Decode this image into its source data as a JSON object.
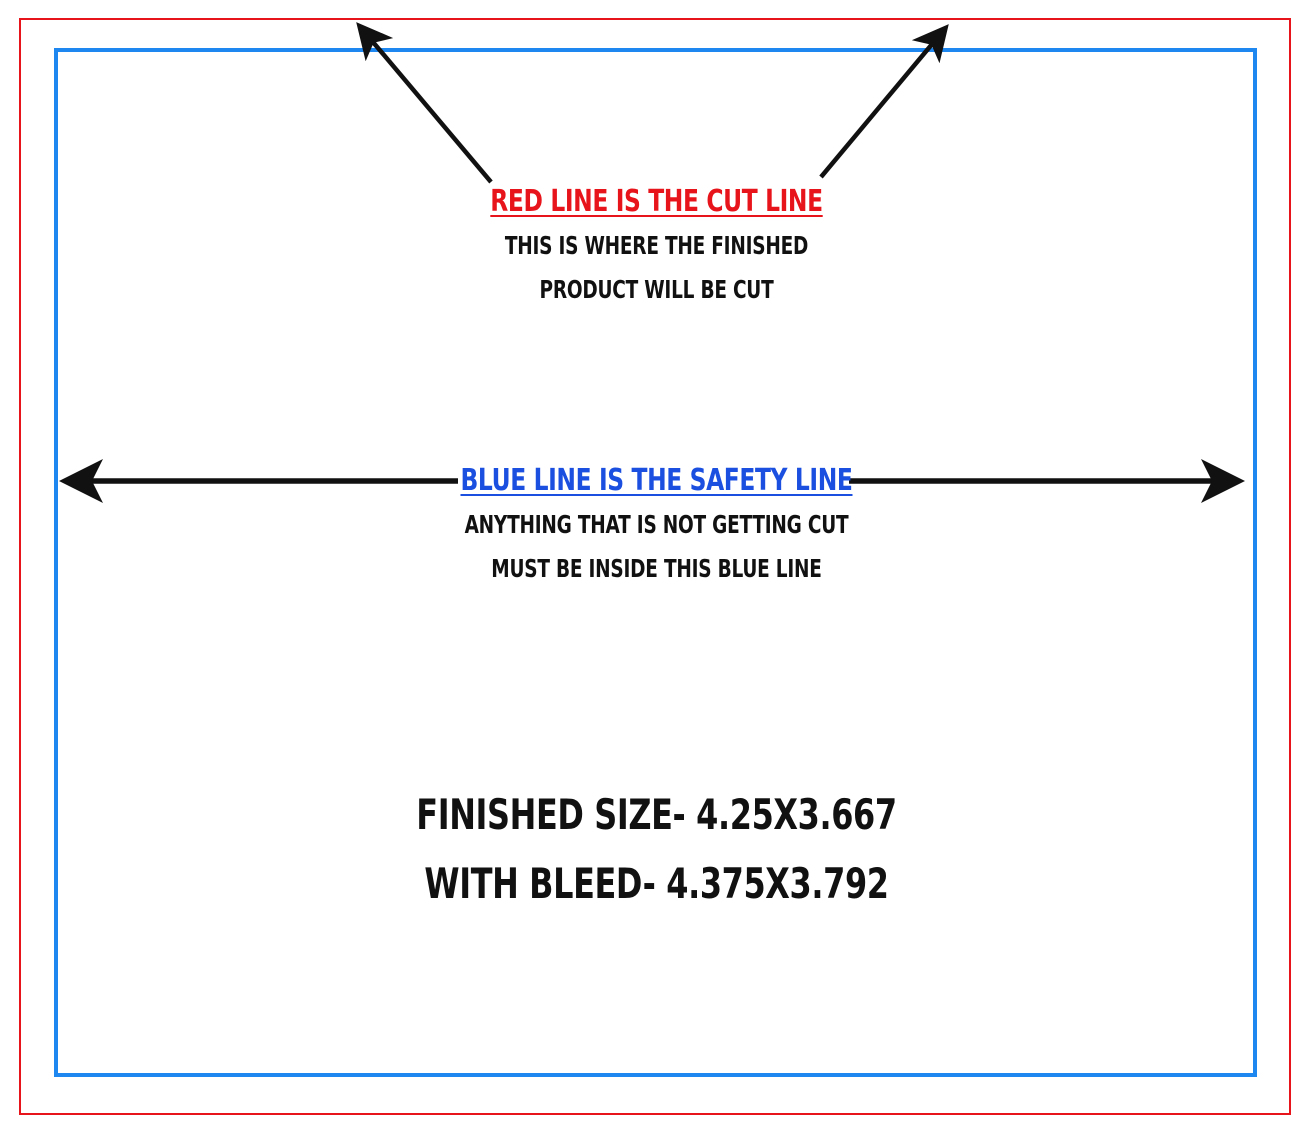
{
  "cut_line": {
    "heading": "RED LINE IS THE CUT LINE",
    "description_line_1": "THIS IS WHERE THE FINISHED",
    "description_line_2": "PRODUCT WILL BE CUT",
    "color": "#e8141b"
  },
  "safety_line": {
    "heading": "BLUE LINE IS THE SAFETY LINE",
    "description_line_1": "ANYTHING THAT IS NOT GETTING CUT",
    "description_line_2": "MUST BE INSIDE THIS BLUE LINE",
    "color": "#1f87f0",
    "heading_color": "#1b4fe0"
  },
  "sizes": {
    "finished": "FINISHED SIZE- 4.25X3.667",
    "with_bleed": "WITH BLEED- 4.375X3.792"
  },
  "text_color": "#111111"
}
